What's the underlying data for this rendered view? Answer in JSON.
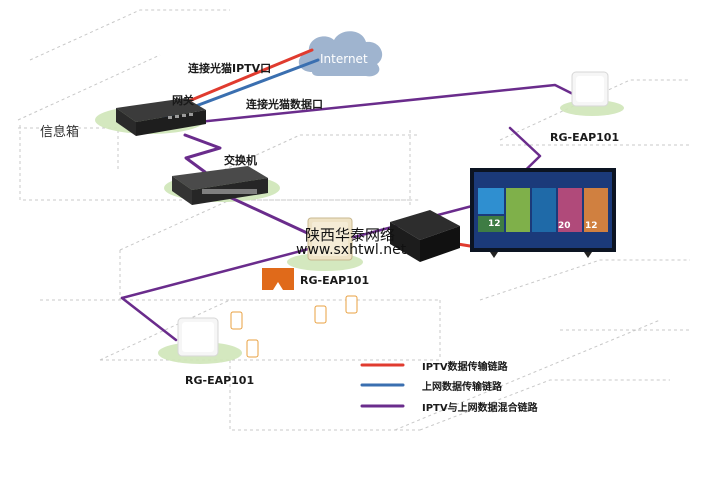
{
  "labels": {
    "internet": "Internet",
    "iptv_port": "连接光猫IPTV口",
    "gateway": "网关",
    "data_port": "连接光猫数据口",
    "info_box": "信息箱",
    "switch": "交换机",
    "ap_top_right": "RG-EAP101",
    "ap_center": "RG-EAP101",
    "ap_bottom_left": "RG-EAP101"
  },
  "watermark": {
    "line1": "陕西华泰网络",
    "line2": "www.sxhtwl.net"
  },
  "tv_screen": {
    "tiles": [
      "12",
      "20",
      "12"
    ]
  },
  "legend": [
    {
      "label": "IPTV数据传输链路",
      "color": "#e03b2f"
    },
    {
      "label": "上网数据传输链路",
      "color": "#3a6fb0"
    },
    {
      "label": "IPTV与上网数据混合链路",
      "color": "#6a2c8c"
    }
  ],
  "colors": {
    "iptv": "#e03b2f",
    "data": "#3a6fb0",
    "mixed": "#6a2c8c",
    "floor_ellipse": "#cfe6b8",
    "cloud": "#9fb4cf"
  }
}
